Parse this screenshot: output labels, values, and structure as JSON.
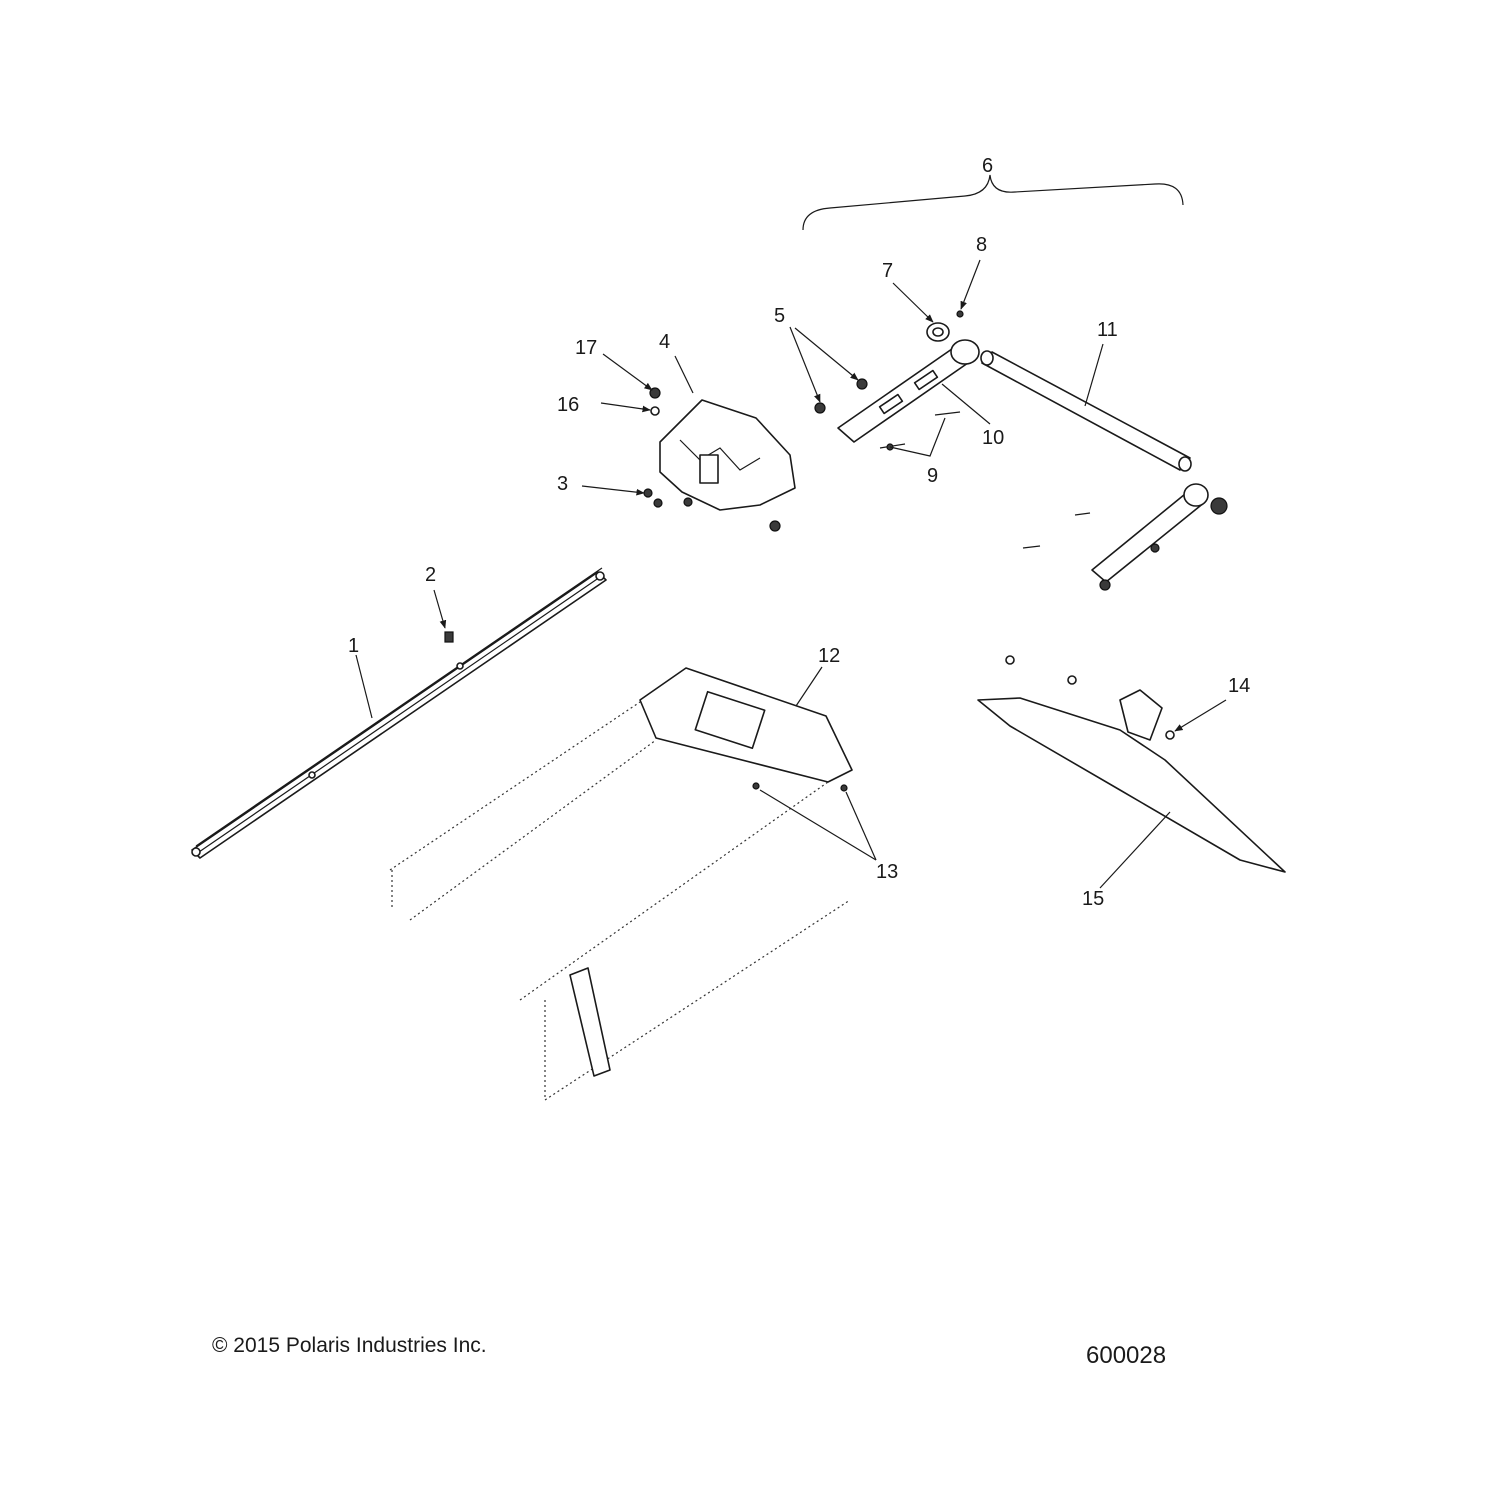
{
  "callouts": {
    "c1": "1",
    "c2": "2",
    "c3": "3",
    "c4": "4",
    "c5": "5",
    "c6": "6",
    "c7": "7",
    "c8": "8",
    "c9": "9",
    "c10": "10",
    "c11": "11",
    "c12": "12",
    "c13": "13",
    "c14": "14",
    "c15": "15",
    "c16": "16",
    "c17": "17"
  },
  "footer": {
    "copyright": "© 2015 Polaris Industries Inc.",
    "figure_id": "600028"
  }
}
